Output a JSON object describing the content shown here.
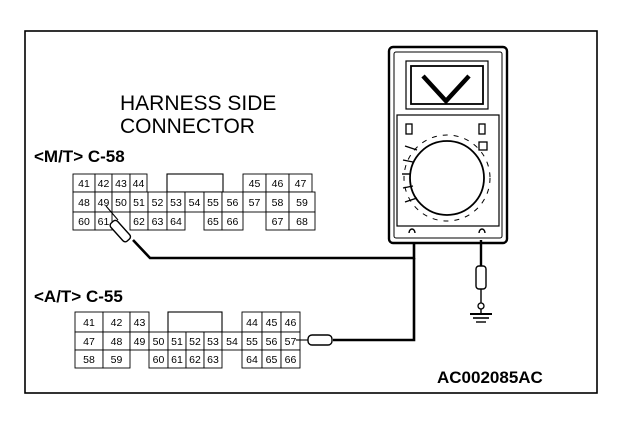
{
  "title_lines": [
    "HARNESS SIDE",
    "CONNECTOR"
  ],
  "connector_mt": {
    "label": "<M/T> C-58",
    "pins": [
      "41",
      "42",
      "43",
      "44",
      "45",
      "46",
      "47",
      "48",
      "49",
      "50",
      "51",
      "52",
      "53",
      "54",
      "55",
      "56",
      "57",
      "58",
      "59",
      "60",
      "61",
      "62",
      "63",
      "64",
      "65",
      "66",
      "67",
      "68"
    ]
  },
  "connector_at": {
    "label": "<A/T> C-55",
    "pins": [
      "41",
      "42",
      "43",
      "44",
      "45",
      "46",
      "47",
      "48",
      "49",
      "50",
      "51",
      "52",
      "53",
      "54",
      "55",
      "56",
      "57",
      "58",
      "59",
      "60",
      "61",
      "62",
      "63",
      "64",
      "65",
      "66"
    ]
  },
  "figure_code": "AC002085AC",
  "icons": [
    "multimeter-icon",
    "probe-icon",
    "ground-icon"
  ]
}
